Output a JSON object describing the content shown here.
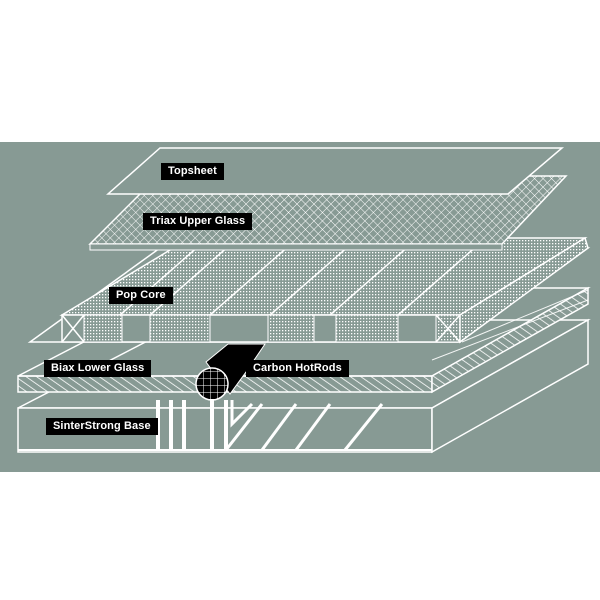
{
  "diagram": {
    "background_color": "#879a94",
    "line_color": "#ffffff",
    "label_background": "#000000",
    "label_text_color": "#ffffff",
    "layers": [
      {
        "id": "topsheet",
        "label": "Topsheet"
      },
      {
        "id": "triax",
        "label": "Triax Upper Glass"
      },
      {
        "id": "pop",
        "label": "Pop Core"
      },
      {
        "id": "biax",
        "label": "Biax Lower Glass"
      },
      {
        "id": "carbon",
        "label": "Carbon HotRods"
      },
      {
        "id": "base",
        "label": "SinterStrong Base"
      }
    ]
  }
}
